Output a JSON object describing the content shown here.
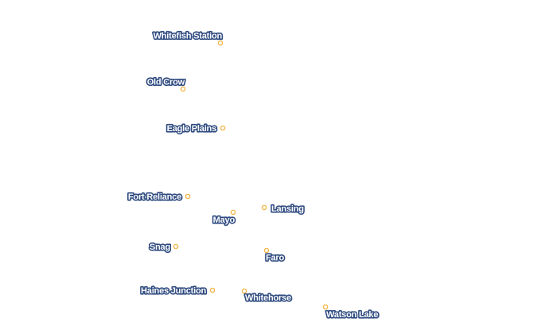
{
  "map": {
    "places": [
      {
        "id": "whitefish-station",
        "name": "Whitefish Station",
        "colors": {
          "dot": "#f2b84b",
          "halo": "#2f4b80"
        }
      },
      {
        "id": "old-crow",
        "name": "Old Crow"
      },
      {
        "id": "eagle-plains",
        "name": "Eagle Plains"
      },
      {
        "id": "fort-reliance",
        "name": "Fort Reliance"
      },
      {
        "id": "lansing",
        "name": "Lansing"
      },
      {
        "id": "mayo",
        "name": "Mayo"
      },
      {
        "id": "snag",
        "name": "Snag"
      },
      {
        "id": "faro",
        "name": "Faro"
      },
      {
        "id": "haines-junction",
        "name": "Haines Junction"
      },
      {
        "id": "whitehorse",
        "name": "Whitehorse"
      },
      {
        "id": "watson-lake",
        "name": "Watson Lake"
      }
    ],
    "colors": {
      "background": "#ffffff",
      "dot_stroke": "#f2b84b",
      "label_fill": "#ffffff",
      "label_halo": "#2f4b80"
    }
  }
}
